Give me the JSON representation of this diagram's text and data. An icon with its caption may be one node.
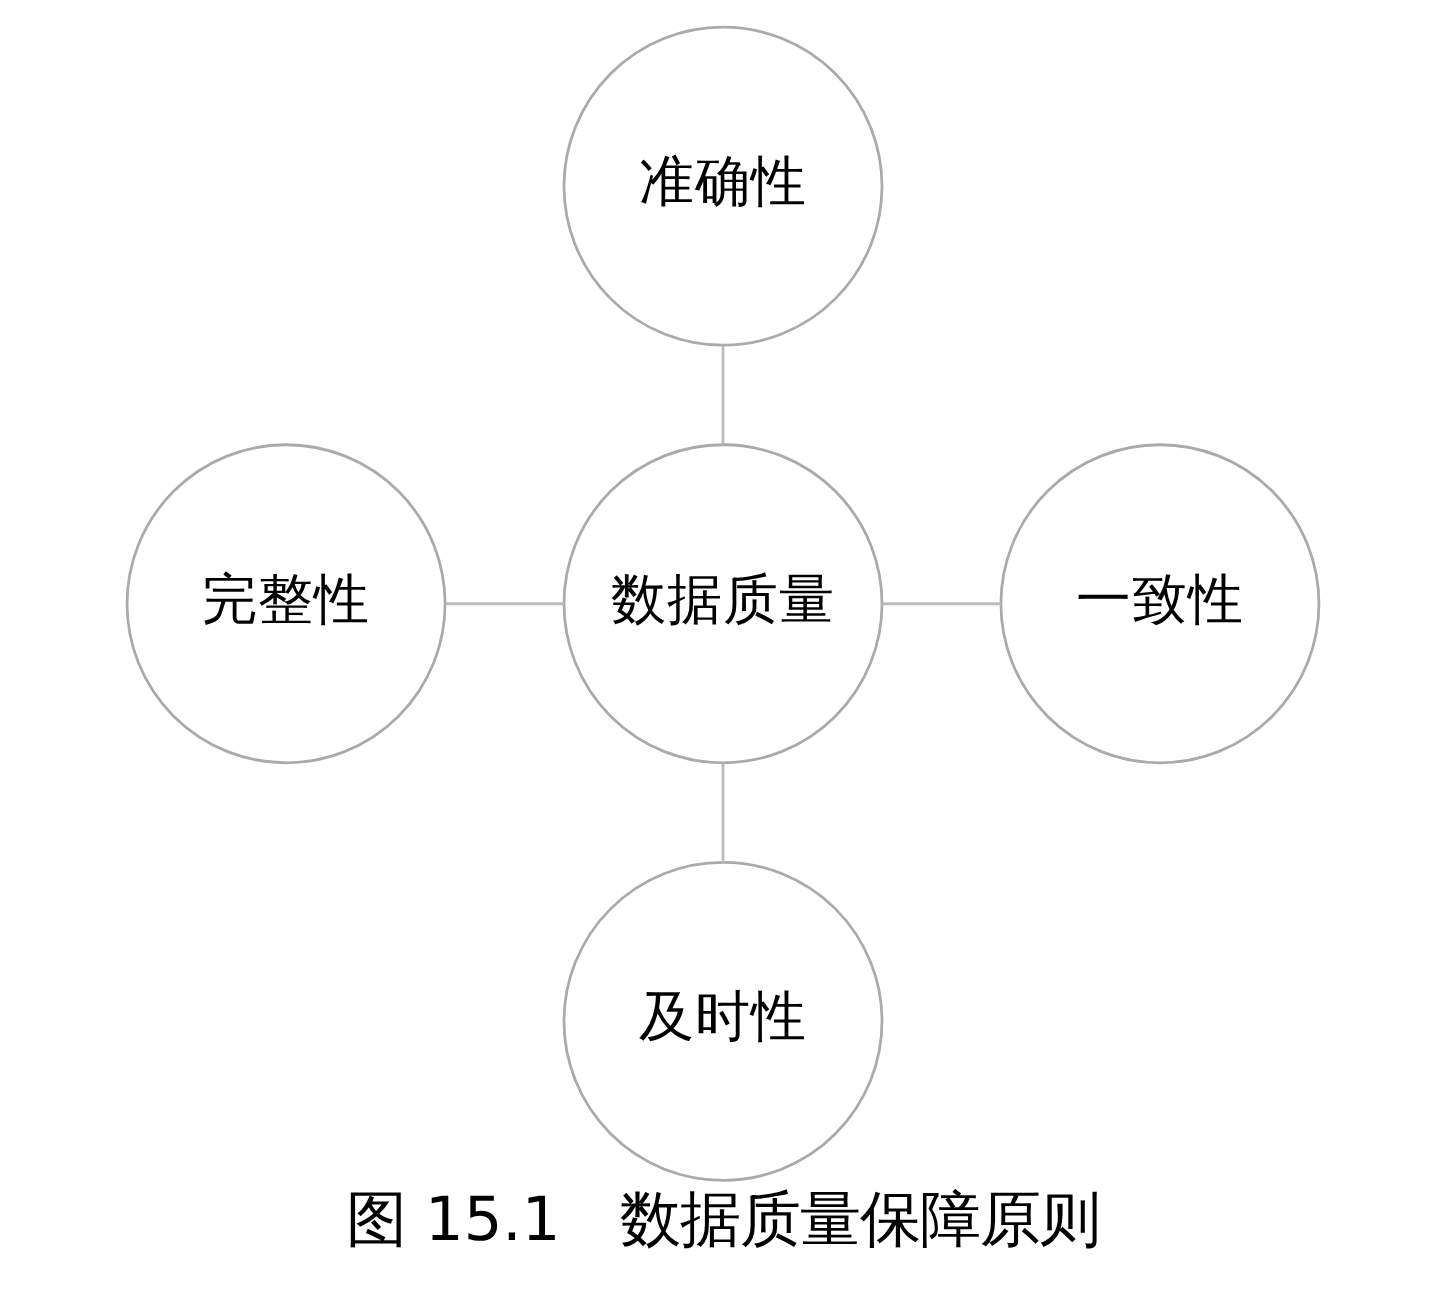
{
  "diagram": {
    "caption": "图 15.1　数据质量保障原则",
    "nodes": [
      {
        "text": [
          "准确性"
        ]
      },
      {
        "text": [
          "完整性"
        ]
      },
      {
        "text": [
          "数据质量"
        ]
      },
      {
        "text": [
          "一致性"
        ]
      },
      {
        "text": [
          "及时性"
        ]
      }
    ],
    "edges": [
      {
        "from": 2,
        "to": 0,
        "arrow": "none"
      },
      {
        "from": 2,
        "to": 1,
        "arrow": "none"
      },
      {
        "from": 2,
        "to": 3,
        "arrow": "none"
      },
      {
        "from": 2,
        "to": 4,
        "arrow": "none"
      }
    ]
  }
}
